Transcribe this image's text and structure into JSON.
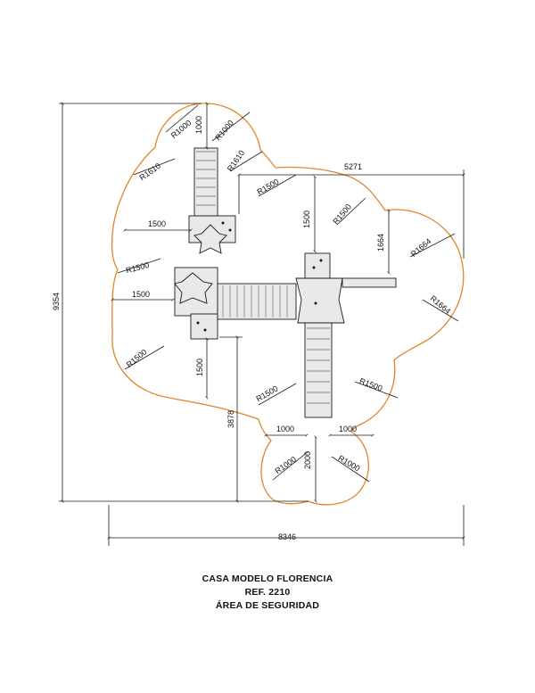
{
  "colors": {
    "safety_boundary": "#e0862a",
    "lines": "#1a1a1a",
    "equipment_fill": "#e9e9e9"
  },
  "caption": {
    "line1": "CASA MODELO FLORENCIA",
    "line2": "REF. 2210",
    "line3": "ÁREA DE SEGURIDAD"
  },
  "dimensions": {
    "overall_width": "8346",
    "overall_height": "9354",
    "right_span": "5271",
    "lower_height": "3878",
    "top_1000": "1000",
    "left_1500_a": "1500",
    "left_1500_b": "1500",
    "center_1500": "1500",
    "right_1664": "1664",
    "bottom_1500": "1500",
    "bottom_left_1000": "1000",
    "bottom_right_1000": "1000",
    "bottom_2000": "2000"
  },
  "radii": {
    "r1": "R1000",
    "r2": "R1000",
    "r3": "R1610",
    "r4": "R1610",
    "r5": "R1500",
    "r6": "R1500",
    "r7": "R1664",
    "r8": "R1664",
    "r9": "R1500",
    "r10": "R1500",
    "r11": "R1500",
    "r12": "R1500",
    "r13": "R1000",
    "r14": "R1000"
  }
}
